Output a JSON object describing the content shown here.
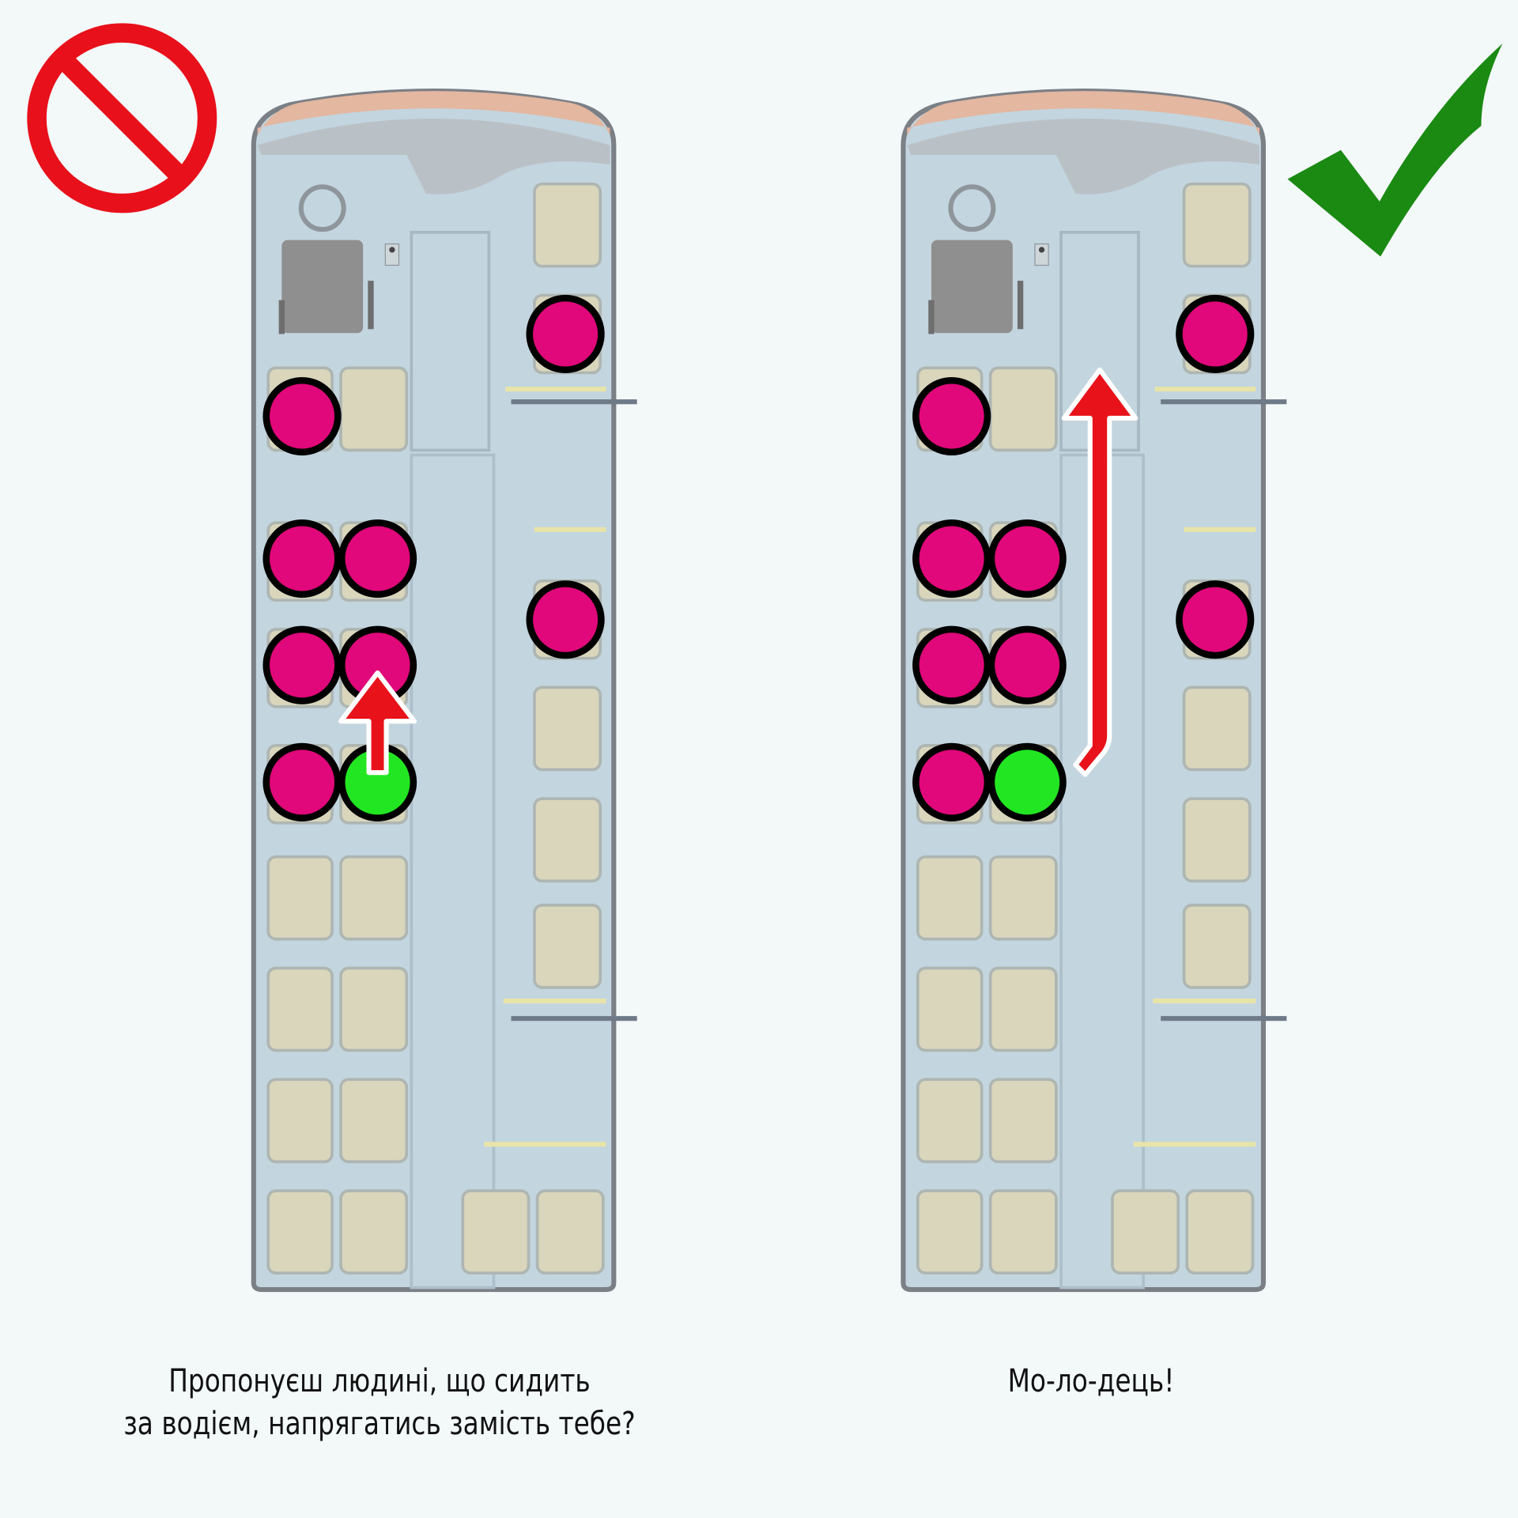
{
  "left_panel": {
    "verdict_icon": "prohibition-sign-icon",
    "caption_line1": "Пропонуєш людині, що сидить",
    "caption_line2": "за водієм, напрягатись замість тебе?"
  },
  "right_panel": {
    "verdict_icon": "checkmark-icon",
    "caption": "Мо-ло-дець!"
  },
  "colors": {
    "background": "#f3f8f9",
    "bus_floor": "#c3d5df",
    "bus_outline": "#7b7f86",
    "seat": "#d9d6bc",
    "occupied_passenger": "#e0087a",
    "you_passenger": "#22e622",
    "arrow": "#e8121a",
    "prohibition": "#e8101a",
    "checkmark": "#1a8a12"
  }
}
